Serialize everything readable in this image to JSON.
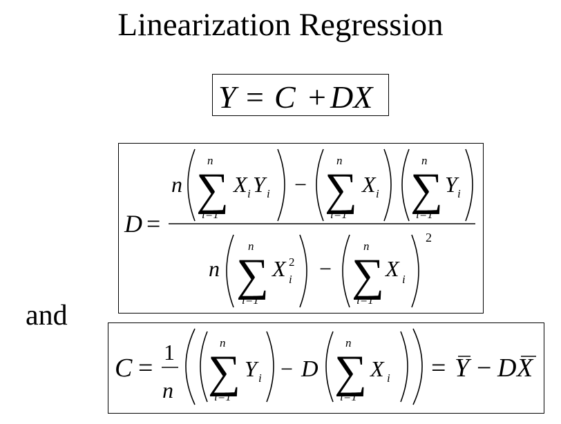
{
  "slide": {
    "title": "Linearization Regression",
    "connector": "and"
  },
  "equations": {
    "model": {
      "Y": "Y",
      "eq": "=",
      "C": "C",
      "plus": "+",
      "DX": "DX"
    },
    "D_formula": {
      "lhs": "D",
      "eq": "=",
      "n": "n",
      "minus": "−",
      "sum": "∑",
      "upper": "n",
      "lower": "i=1",
      "X": "X",
      "Y": "Y",
      "i": "i",
      "two": "2"
    },
    "C_formula": {
      "lhs": "C",
      "eq": "=",
      "one": "1",
      "n": "n",
      "sum": "∑",
      "upper": "n",
      "lower": "i=1",
      "Y": "Y",
      "X": "X",
      "i": "i",
      "minus": "−",
      "D": "D",
      "eq2": "=",
      "Ybar": "Y",
      "minus2": "−",
      "D2": "D",
      "Xbar": "X"
    }
  }
}
